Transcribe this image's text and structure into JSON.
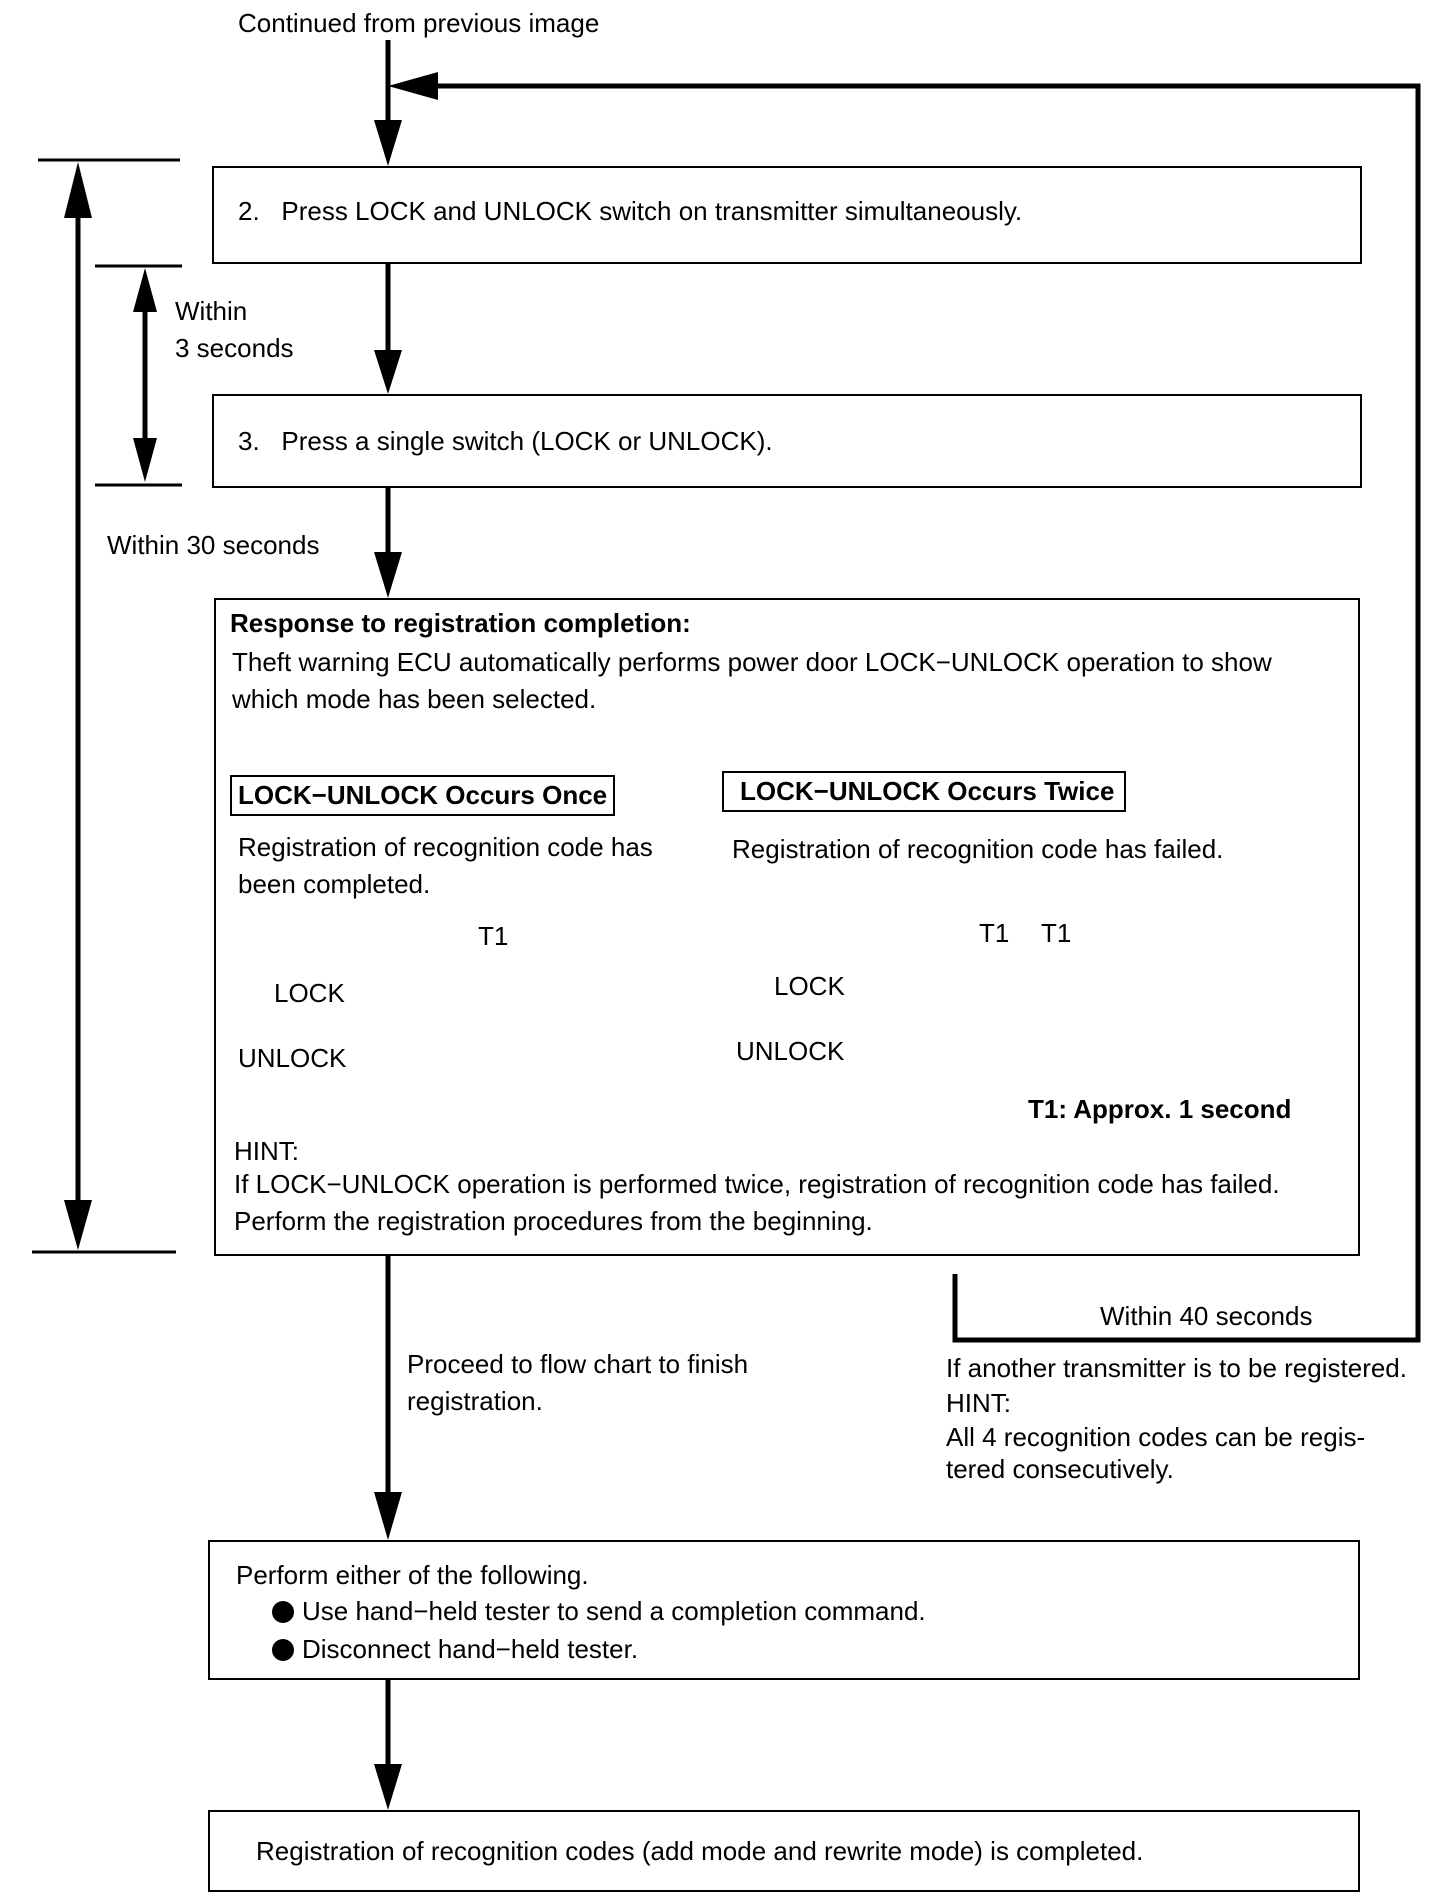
{
  "header": {
    "continued": "Continued from previous image"
  },
  "steps": {
    "step2": "2.   Press LOCK and UNLOCK switch on transmitter simultaneously.",
    "step3": "3.   Press a single switch (LOCK or UNLOCK)."
  },
  "timing": {
    "within3_line1": "Within",
    "within3_line2": "3 seconds",
    "within30": "Within 30 seconds",
    "within40": "Within 40 seconds"
  },
  "response": {
    "heading": "Response to registration completion:",
    "body": "Theft warning ECU automatically performs power door LOCK−UNLOCK operation to show which mode has been selected.",
    "once": {
      "label": "LOCK−UNLOCK Occurs Once",
      "text": "Registration of recognition code has been completed."
    },
    "twice": {
      "label": "LOCK−UNLOCK Occurs Twice",
      "text": "Registration of recognition code has failed."
    },
    "lock_label": "LOCK",
    "unlock_label": "UNLOCK",
    "t1_label": "T1",
    "t1_note": "T1: Approx. 1 second",
    "hint_title": "HINT:",
    "hint_text": "If LOCK−UNLOCK operation is performed twice, registration of recognition code has failed. Perform the registration procedures from the beginning."
  },
  "proceed": "Proceed to flow chart to finish registration.",
  "another": {
    "line1": "If another transmitter is to be registered.",
    "hint_title": "HINT:",
    "hint_line1": "All 4 recognition codes can be regis-",
    "hint_line2": "tered consecutively."
  },
  "perform": {
    "title": "Perform either of the following.",
    "items": [
      "Use hand−held tester to send a completion command.",
      "Disconnect hand−held tester."
    ]
  },
  "final": "Registration of recognition codes (add mode and rewrite mode) is completed."
}
